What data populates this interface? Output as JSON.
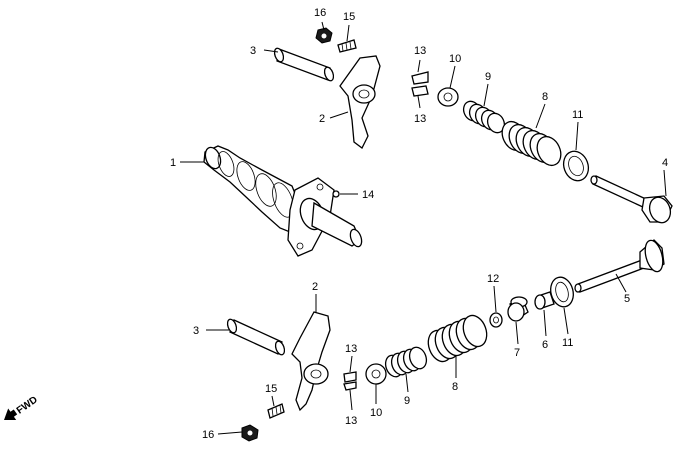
{
  "fwd_label": "FWD",
  "callouts": {
    "c1": "1",
    "c2a": "2",
    "c2b": "2",
    "c3a": "3",
    "c3b": "3",
    "c4": "4",
    "c5": "5",
    "c6": "6",
    "c7": "7",
    "c8a": "8",
    "c8b": "8",
    "c9a": "9",
    "c9b": "9",
    "c10a": "10",
    "c10b": "10",
    "c11a": "11",
    "c11b": "11",
    "c12": "12",
    "c13a": "13",
    "c13b": "13",
    "c13c": "13",
    "c13d": "13",
    "c14": "14",
    "c15a": "15",
    "c15b": "15",
    "c16a": "16",
    "c16b": "16"
  }
}
